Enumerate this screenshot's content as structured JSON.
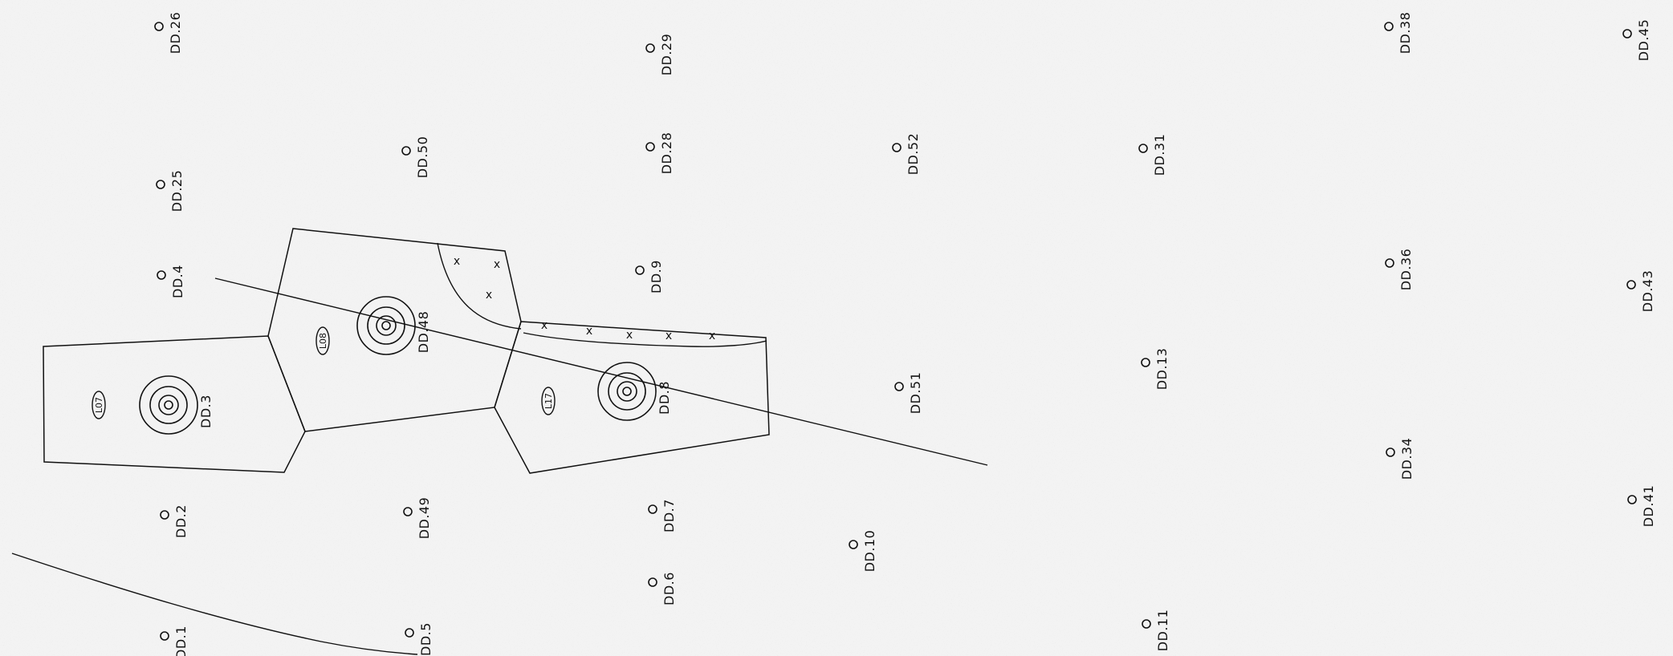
{
  "drill_holes": [
    {
      "id": "DD.26"
    },
    {
      "id": "DD.29"
    },
    {
      "id": "DD.38"
    },
    {
      "id": "DD.45"
    },
    {
      "id": "DD.25"
    },
    {
      "id": "DD.50"
    },
    {
      "id": "DD.28"
    },
    {
      "id": "DD.52"
    },
    {
      "id": "DD.31"
    },
    {
      "id": "DD.4"
    },
    {
      "id": "DD.9"
    },
    {
      "id": "DD.36"
    },
    {
      "id": "DD.43"
    },
    {
      "id": "DD.13"
    },
    {
      "id": "DD.51"
    },
    {
      "id": "DD.34"
    },
    {
      "id": "DD.2"
    },
    {
      "id": "DD.49"
    },
    {
      "id": "DD.7"
    },
    {
      "id": "DD.10"
    },
    {
      "id": "DD.41"
    },
    {
      "id": "DD.6"
    },
    {
      "id": "DD.1"
    },
    {
      "id": "DD.5"
    },
    {
      "id": "DD.11"
    }
  ],
  "block_holes": [
    {
      "id": "DD.3"
    },
    {
      "id": "DD.48"
    },
    {
      "id": "DD.8"
    }
  ],
  "block_tags": [
    {
      "label": "L07"
    },
    {
      "label": "L08"
    },
    {
      "label": "L17"
    }
  ],
  "mined_marker": "x"
}
